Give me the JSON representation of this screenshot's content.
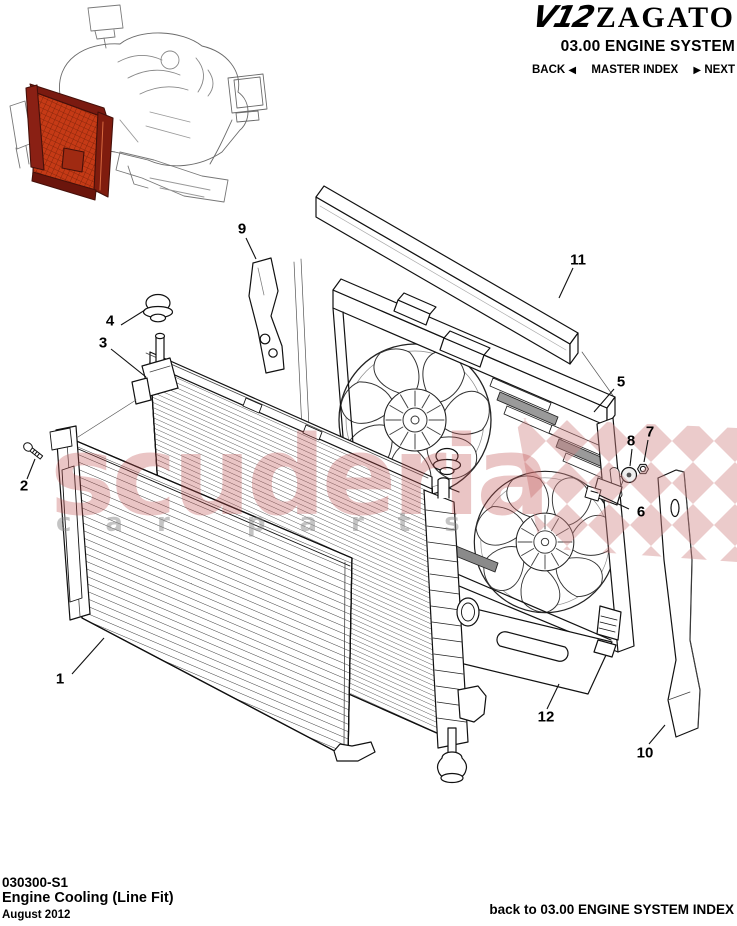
{
  "header": {
    "brand": {
      "model": "V12",
      "name": "ZAGATO"
    },
    "section_title": "03.00 ENGINE SYSTEM",
    "nav": {
      "back": "BACK",
      "back_arrow": "◀",
      "master_index": "MASTER INDEX",
      "next_arrow": "▶",
      "next": "NEXT"
    }
  },
  "diagram": {
    "callouts": [
      {
        "label": "1"
      },
      {
        "label": "2"
      },
      {
        "label": "3"
      },
      {
        "label": "4"
      },
      {
        "label": "5"
      },
      {
        "label": "6"
      },
      {
        "label": "7"
      },
      {
        "label": "8"
      },
      {
        "label": "9"
      },
      {
        "label": "10"
      },
      {
        "label": "11"
      },
      {
        "label": "12"
      }
    ]
  },
  "watermark": {
    "line1": "scuderia",
    "line2": "car parts"
  },
  "footer": {
    "doc_code": "030300-S1",
    "title": "Engine Cooling (Line Fit)",
    "date": "August 2012",
    "back_link": "back to 03.00 ENGINE SYSTEM INDEX"
  }
}
